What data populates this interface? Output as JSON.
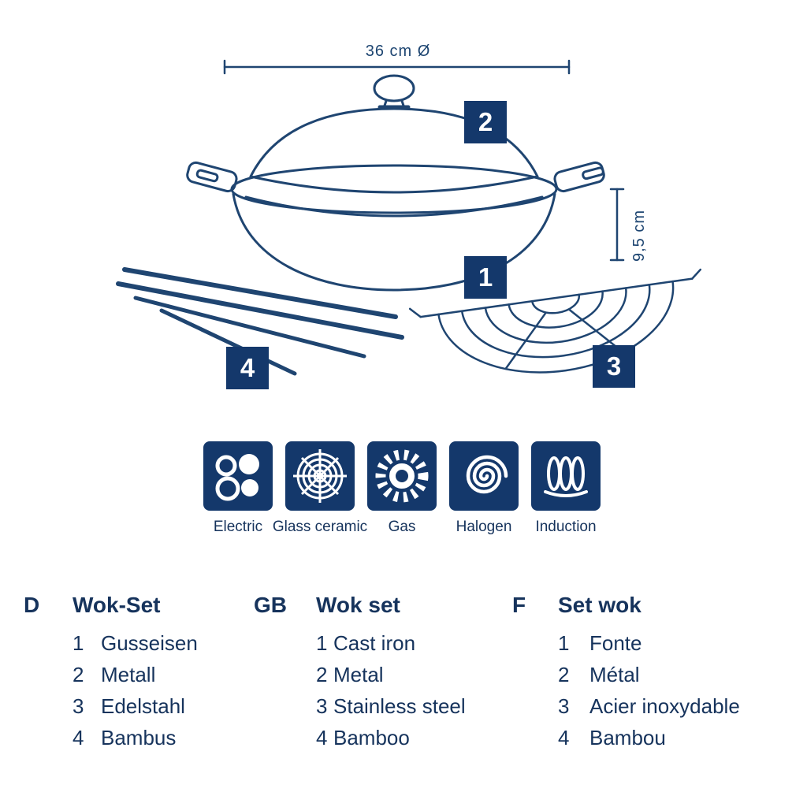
{
  "colors": {
    "navy": "#14386b",
    "line": "#1f4571",
    "text": "#16335c"
  },
  "dimensions": {
    "width_label": "36 cm Ø",
    "height_label": "9,5 cm"
  },
  "callouts": {
    "lid": "2",
    "wok": "1",
    "rack": "3",
    "chopsticks": "4"
  },
  "hobs": {
    "items": [
      {
        "label": "Electric",
        "icon": "electric-hob-icon"
      },
      {
        "label": "Glass ceramic",
        "icon": "glass-ceramic-hob-icon"
      },
      {
        "label": "Gas",
        "icon": "gas-hob-icon"
      },
      {
        "label": "Halogen",
        "icon": "halogen-hob-icon"
      },
      {
        "label": "Induction",
        "icon": "induction-hob-icon"
      }
    ]
  },
  "legend": {
    "columns": [
      {
        "lang": "D",
        "title": "Wok-Set",
        "items": [
          {
            "num": "1",
            "text": "Gusseisen"
          },
          {
            "num": "2",
            "text": "Metall"
          },
          {
            "num": "3",
            "text": "Edelstahl"
          },
          {
            "num": "4",
            "text": "Bambus"
          }
        ]
      },
      {
        "lang": "GB",
        "title": "Wok set",
        "items": [
          {
            "num": "1",
            "text": "Cast iron"
          },
          {
            "num": "2",
            "text": "Metal"
          },
          {
            "num": "3",
            "text": "Stainless steel"
          },
          {
            "num": "4",
            "text": "Bamboo"
          }
        ]
      },
      {
        "lang": "F",
        "title": "Set wok",
        "items": [
          {
            "num": "1",
            "text": "Fonte"
          },
          {
            "num": "2",
            "text": "Métal"
          },
          {
            "num": "3",
            "text": "Acier inoxydable"
          },
          {
            "num": "4",
            "text": "Bambou"
          }
        ]
      }
    ]
  }
}
